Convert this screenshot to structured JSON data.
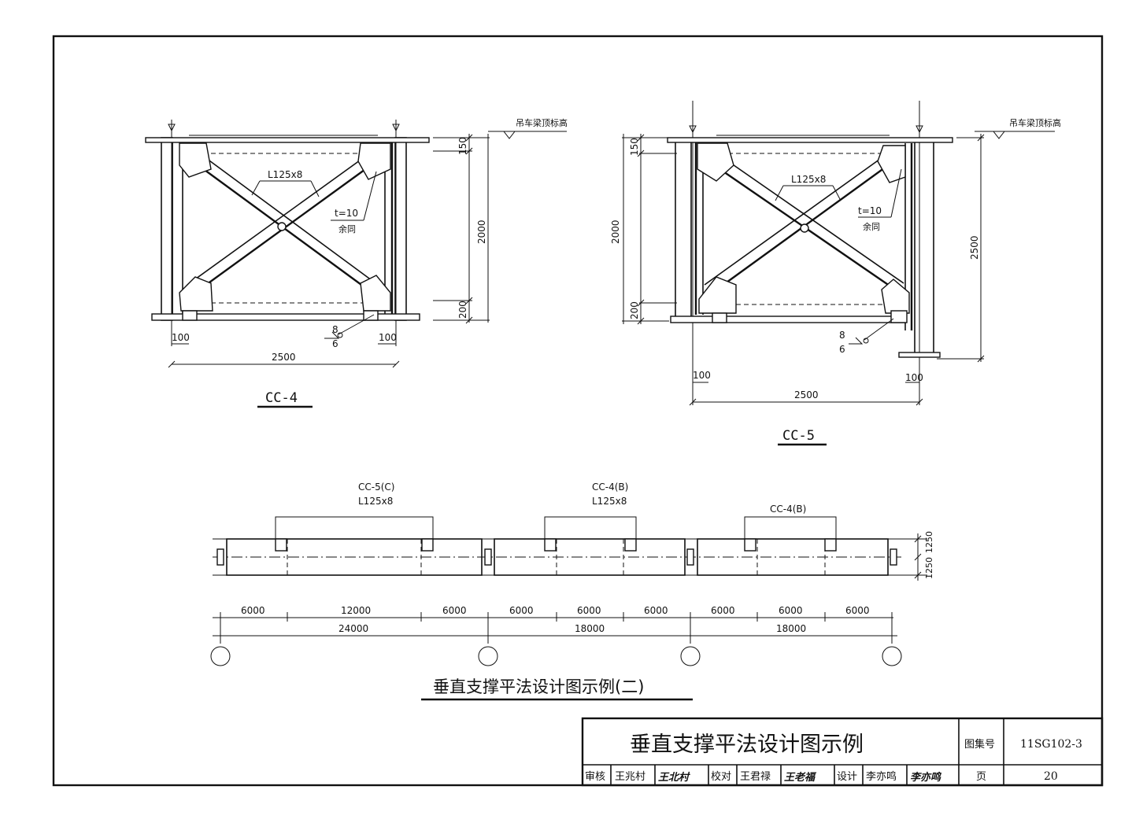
{
  "cc4": {
    "caption": "CC-4",
    "member": "L125x8",
    "gusset": "t=10",
    "gusset_note": "余同",
    "top_label": "吊车梁顶标高",
    "dim_total": "2500",
    "dim_left": "100",
    "dim_right": "100",
    "dim_top": "150",
    "dim_height": "2000",
    "dim_bottom": "200",
    "weld_top": "8",
    "weld_bottom": "6"
  },
  "cc5": {
    "caption": "CC-5",
    "member": "L125x8",
    "gusset": "t=10",
    "gusset_note": "余同",
    "top_label": "吊车梁顶标高",
    "dim_total": "2500",
    "dim_left": "100",
    "dim_right": "100",
    "dim_top": "150",
    "dim_height": "2000",
    "dim_bottom": "200",
    "dim_overall": "2500",
    "weld_top": "8",
    "weld_bottom": "6"
  },
  "plan": {
    "callouts": [
      {
        "line1": "CC-5(C)",
        "line2": "L125x8"
      },
      {
        "line1": "CC-4(B)",
        "line2": "L125x8"
      },
      {
        "line1": "CC-4(B)",
        "line2": ""
      }
    ],
    "sub_dims": [
      "6000",
      "12000",
      "6000",
      "6000",
      "6000",
      "6000",
      "6000",
      "6000",
      "6000"
    ],
    "bay_dims": [
      "24000",
      "18000",
      "18000"
    ],
    "side_dims": [
      "1250",
      "1250"
    ],
    "title": "垂直支撑平法设计图示例(二)"
  },
  "title_block": {
    "main_title": "垂直支撑平法设计图示例",
    "atlas_label": "图集号",
    "atlas_no": "11SG102-3",
    "review_label": "审核",
    "reviewer": "王兆村",
    "reviewer_sig": "王北村",
    "check_label": "校对",
    "checker": "王君禄",
    "checker_sig": "王老福",
    "design_label": "设计",
    "designer": "李亦鸣",
    "designer_sig": "李亦鸣",
    "page_label": "页",
    "page_no": "20"
  }
}
